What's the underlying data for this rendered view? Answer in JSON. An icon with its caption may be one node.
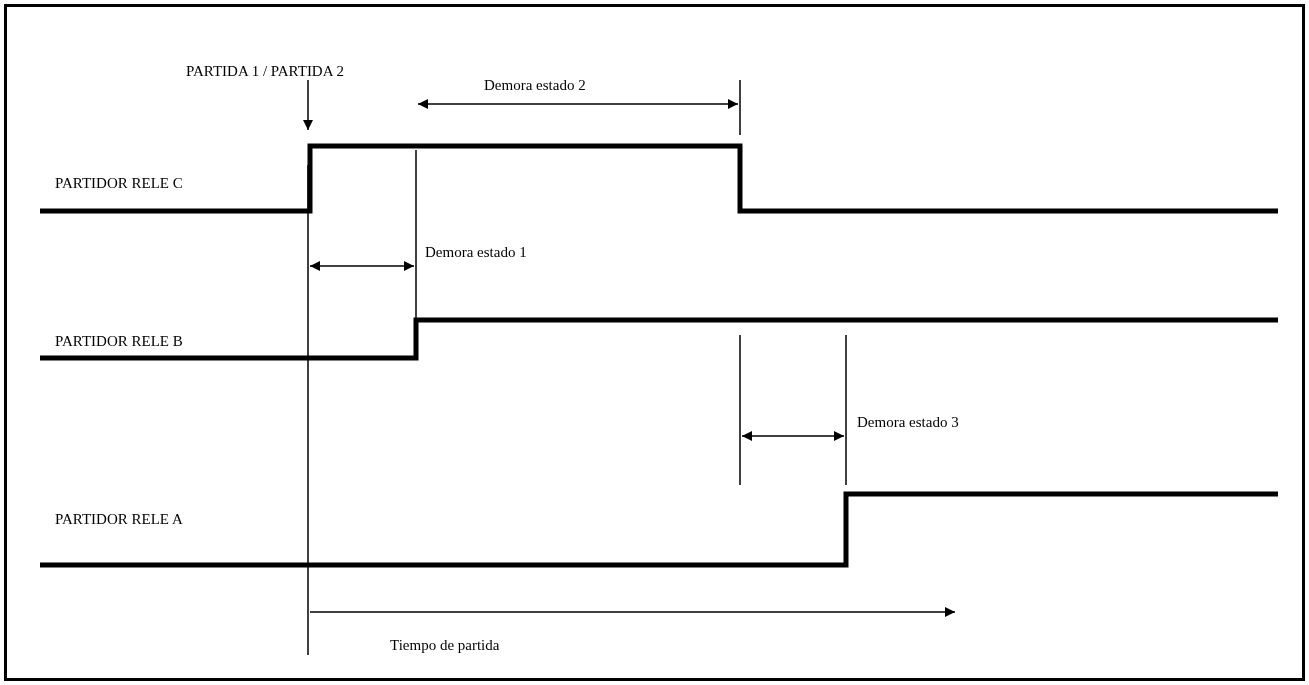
{
  "diagram": {
    "labels": [
      "PARTIDA 1 / PARTIDA 2",
      "Demora estado 2",
      "PARTIDOR RELE C",
      "Demora estado 1",
      "PARTIDOR RELE B",
      "Demora estado 3",
      "PARTIDOR RELE A",
      "Tiempo de partida"
    ]
  }
}
